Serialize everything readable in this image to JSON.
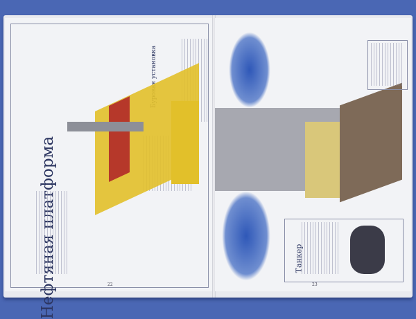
{
  "left_page": {
    "title": "Нефтяная платформа",
    "subtitle": "Буровая установка",
    "page_number": "22"
  },
  "right_page": {
    "inset_title": "Танкер",
    "page_number": "23"
  },
  "colors": {
    "background": "#4a67b4",
    "paper": "#f2f3f6",
    "rig_yellow": "#e2c02a",
    "rig_red": "#b6382a"
  }
}
